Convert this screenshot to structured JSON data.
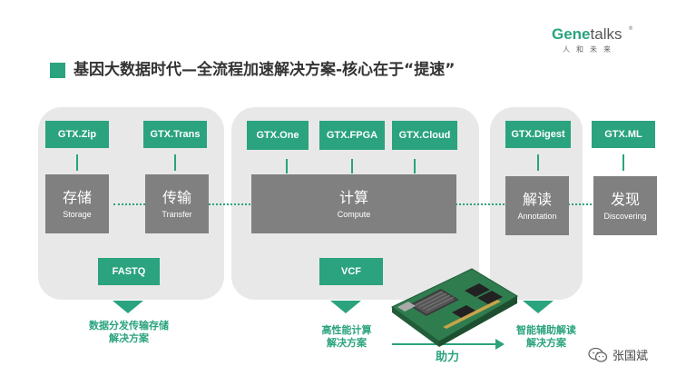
{
  "brand": {
    "main": "Gene",
    "accent": "talks",
    "reg": "®",
    "tagline": "人和未来"
  },
  "title": "基因大数据时代—全流程加速解决方案-核心在于“提速”",
  "products": {
    "zip": "GTX.Zip",
    "trans": "GTX.Trans",
    "one": "GTX.One",
    "fpga": "GTX.FPGA",
    "cloud": "GTX.Cloud",
    "digest": "GTX.Digest",
    "ml": "GTX.ML"
  },
  "stages": {
    "storage": {
      "zh": "存储",
      "en": "Storage"
    },
    "transfer": {
      "zh": "传输",
      "en": "Transfer"
    },
    "compute": {
      "zh": "计算",
      "en": "Compute"
    },
    "annotation": {
      "zh": "解读",
      "en": "Annotation"
    },
    "discovering": {
      "zh": "发现",
      "en": "Discovering"
    }
  },
  "formats": {
    "fastq": "FASTQ",
    "vcf": "VCF"
  },
  "solutions": {
    "data": {
      "line1": "数据分发传输存储",
      "line2": "解决方案"
    },
    "hpc": {
      "line1": "高性能计算",
      "line2": "解决方案"
    },
    "smart": {
      "line1": "智能辅助解读",
      "line2": "解决方案"
    }
  },
  "boost": "助力",
  "watermark": "张国斌",
  "colors": {
    "accent": "#2aa37e",
    "box_gray": "#808080",
    "panel": "#e8e8e8"
  }
}
